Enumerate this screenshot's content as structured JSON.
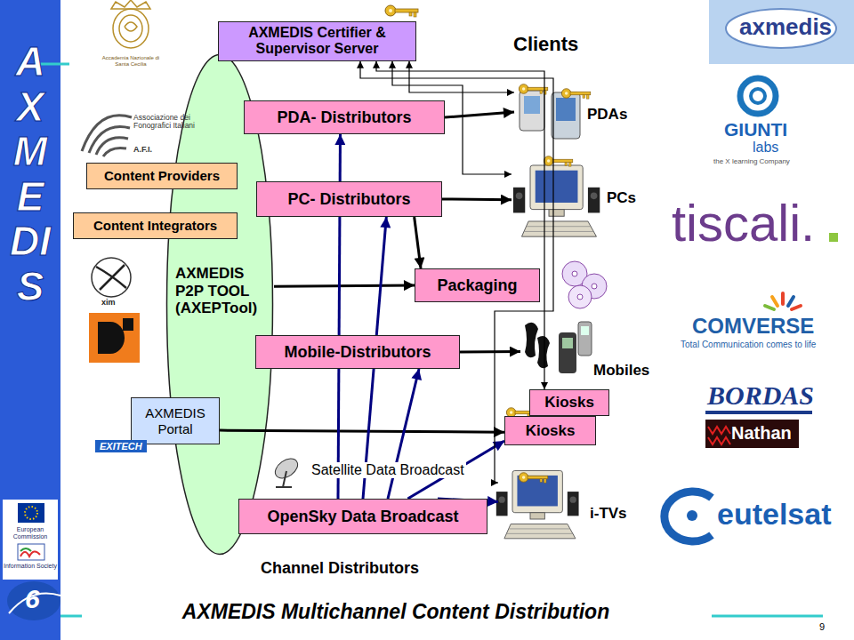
{
  "diagram": {
    "caption": "AXMEDIS Multichannel Content Distribution",
    "nodes": [
      {
        "text": [
          "AXMEDIS Certifier & Supervisor Server"
        ]
      },
      {
        "text": [
          "AXMEDIS P2P TOOL (AXEPTool)"
        ]
      },
      {
        "text": [
          "Content Providers"
        ]
      },
      {
        "text": [
          "Content Integrators"
        ]
      },
      {
        "text": [
          "PDA- Distributors"
        ]
      },
      {
        "text": [
          "PC- Distributors"
        ]
      },
      {
        "text": [
          "Packaging"
        ]
      },
      {
        "text": [
          "Mobile-Distributors"
        ]
      },
      {
        "text": [
          "AXMEDIS Portal"
        ]
      },
      {
        "text": [
          "OpenSky Data Broadcast"
        ]
      },
      {
        "text": [
          "Kiosks"
        ]
      },
      {
        "text": [
          "Kiosks"
        ]
      },
      {
        "text": [
          "PDAs"
        ]
      },
      {
        "text": [
          "PCs"
        ]
      },
      {
        "text": [
          "Mobiles"
        ]
      },
      {
        "text": [
          "i-TVs"
        ]
      }
    ],
    "edges": [
      {
        "from": 4,
        "to": 12,
        "arrow": "to"
      },
      {
        "from": 5,
        "to": 13,
        "arrow": "to"
      },
      {
        "from": 5,
        "to": 6,
        "arrow": "to"
      },
      {
        "from": 1,
        "to": 6,
        "arrow": "to"
      },
      {
        "from": 7,
        "to": 14,
        "arrow": "to"
      },
      {
        "from": 8,
        "to": 11,
        "arrow": "to"
      },
      {
        "from": 9,
        "to": 4,
        "arrow": "to"
      },
      {
        "from": 9,
        "to": 5,
        "arrow": "to"
      },
      {
        "from": 9,
        "to": 7,
        "arrow": "to"
      },
      {
        "from": 9,
        "to": 11,
        "arrow": "to"
      },
      {
        "from": 9,
        "to": 15,
        "arrow": "to"
      },
      {
        "from": 0,
        "to": 12,
        "arrow": "both"
      },
      {
        "from": 0,
        "to": 13,
        "arrow": "both"
      },
      {
        "from": 0,
        "to": 10,
        "arrow": "both"
      },
      {
        "from": 0,
        "to": 15,
        "arrow": "both"
      }
    ],
    "labels": [
      "AXMEDIS",
      "Clients",
      "Satellite Data Broadcast",
      "Channel Distributors",
      "Accademia Nazionale di Santa Cecilia",
      "Associazione dei Fonografici Italiani",
      "A.F.I.",
      "xim",
      "EXITECH",
      "European Commission",
      "Information Society",
      "6",
      "axmedis",
      "GIUNTI",
      "labs",
      "the X learning Company",
      "tiscali.",
      "COMVERSE",
      "Total Communication comes to life",
      "BORDAS",
      "Nathan",
      "eutelsat",
      "9"
    ]
  }
}
